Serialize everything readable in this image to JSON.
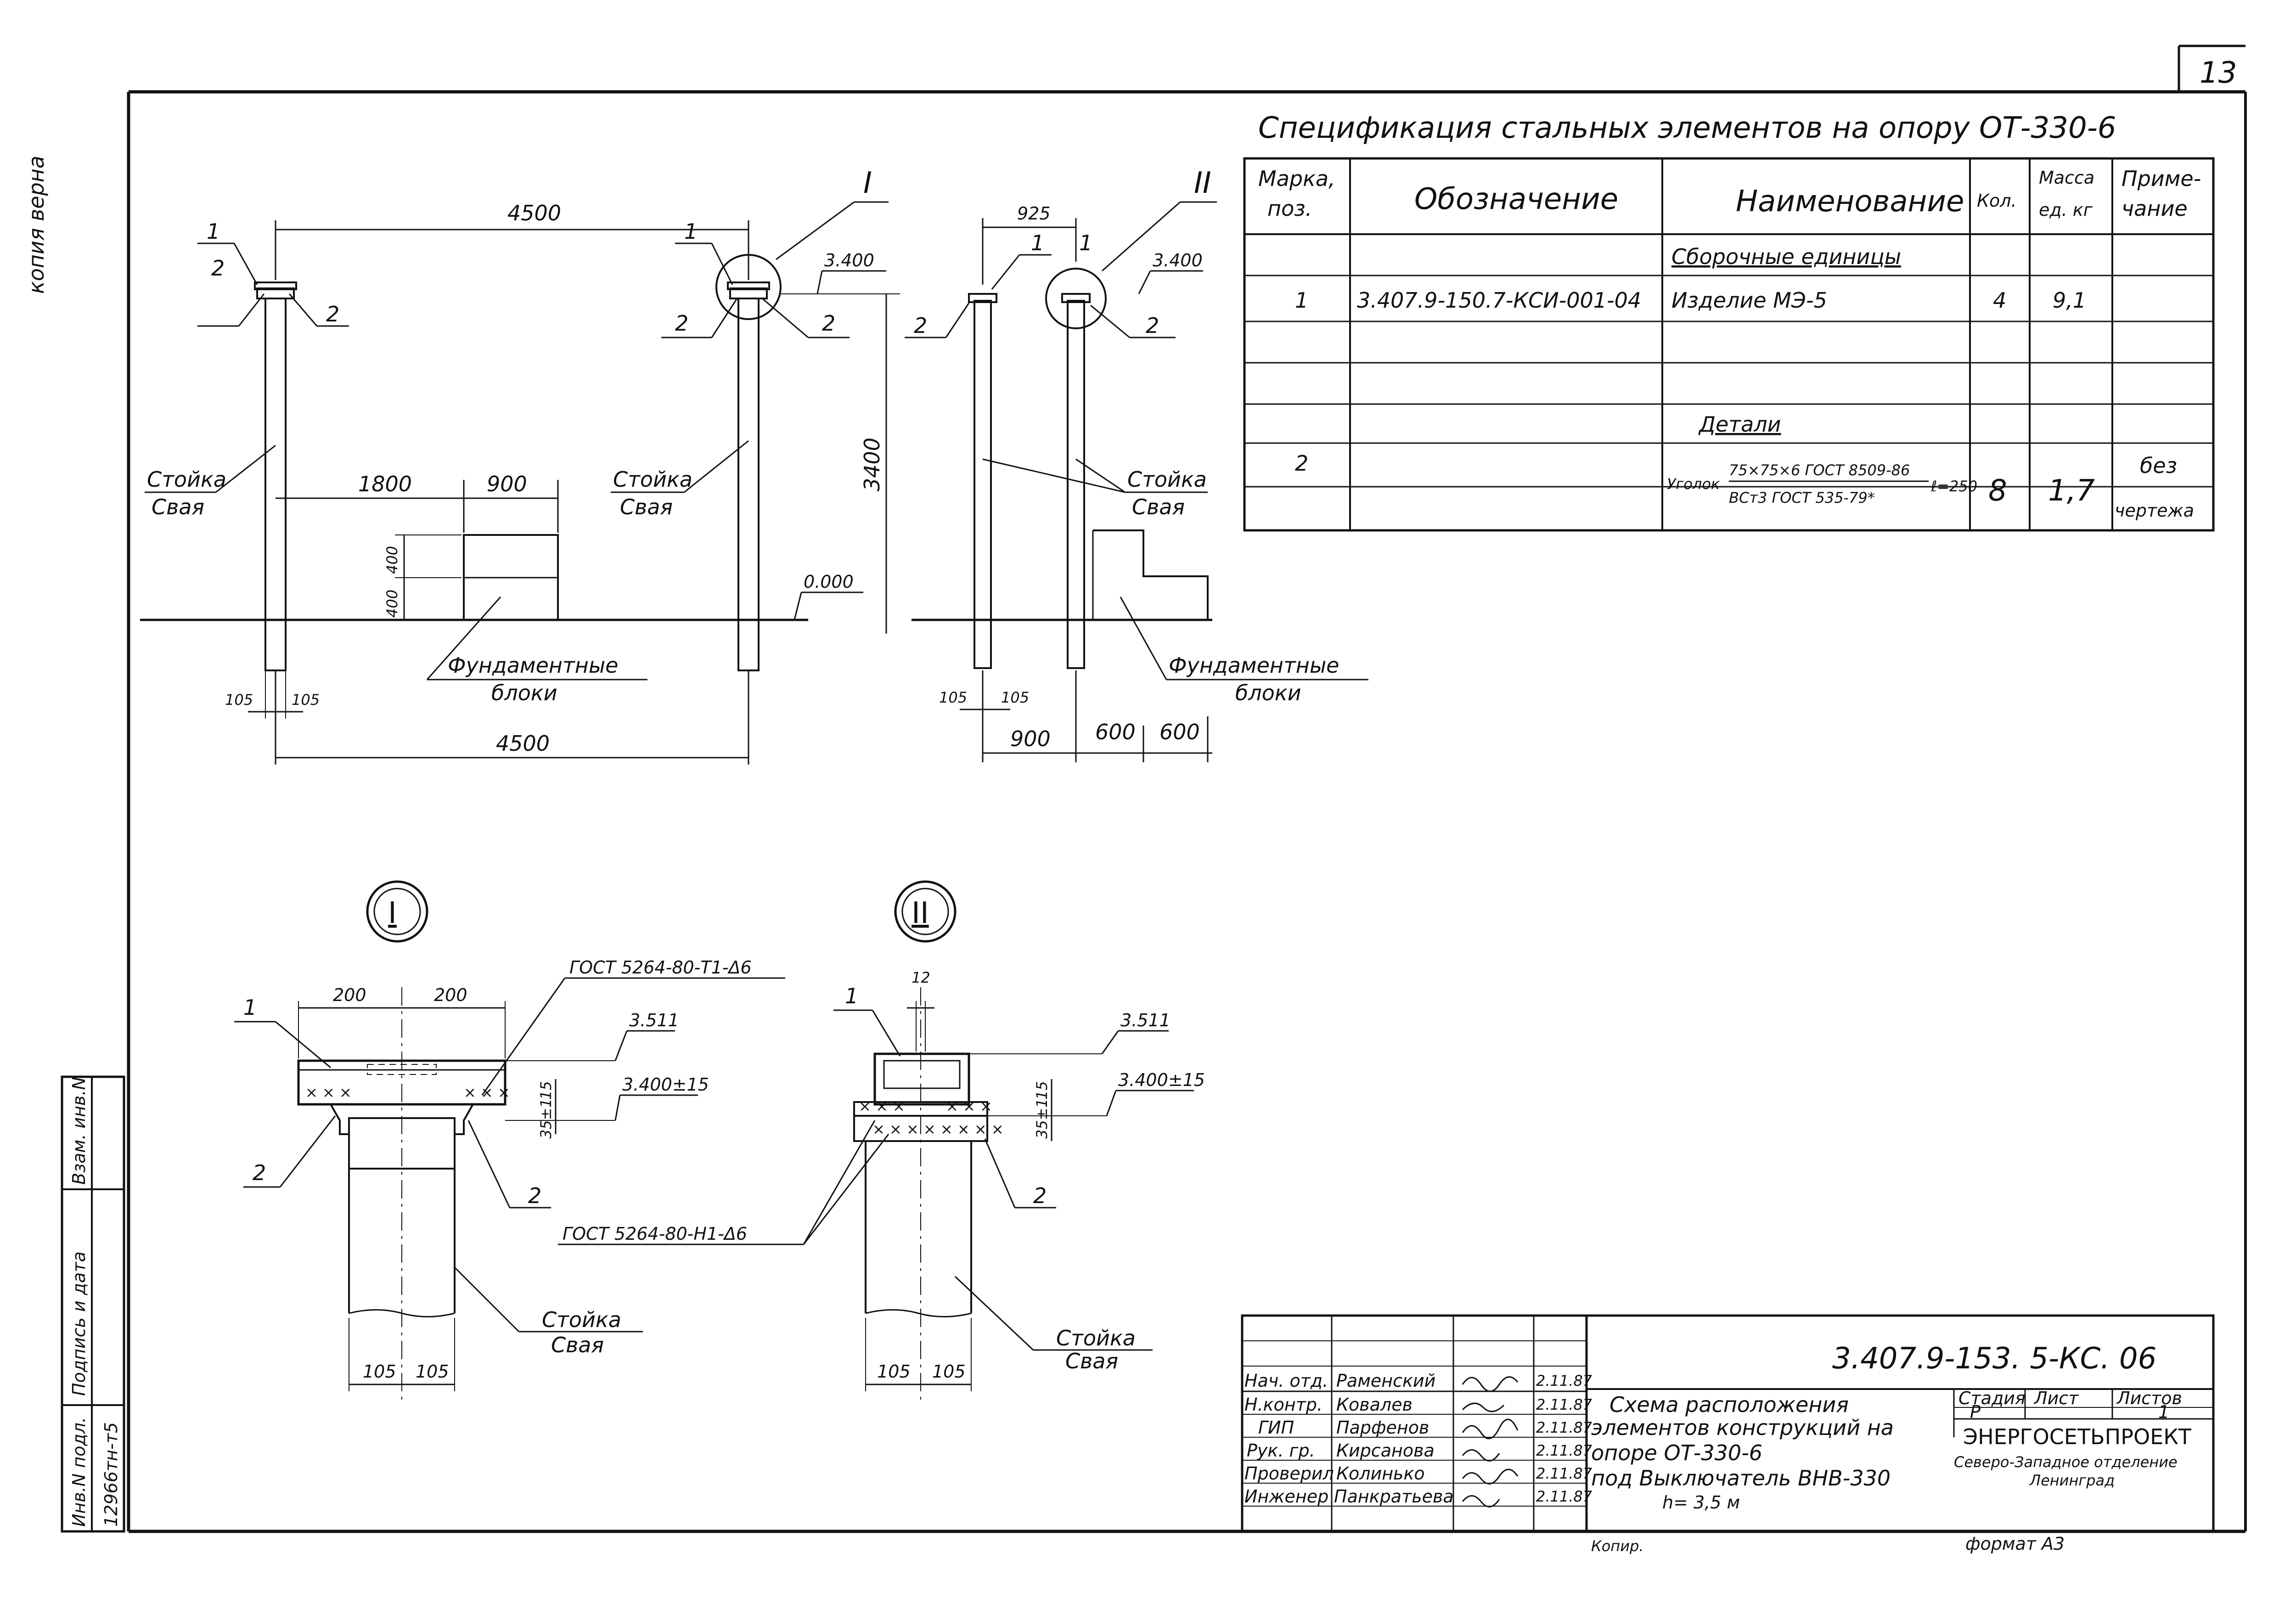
{
  "sheet": {
    "page_number": "13",
    "copy_stamp": "копия верна",
    "drawing_code": "3.407.9-153. 5-КС. 06",
    "copied_by": "Копир.",
    "format": "формат А3"
  },
  "spec_table": {
    "title": "Спецификация стальных элементов на опору ОТ-330-6",
    "headers": {
      "mark": "Марка, поз.",
      "designation": "Обозначение",
      "name": "Наименование",
      "qty": "Кол.",
      "mass": "Масса ед. кг",
      "note": "Приме- чание"
    },
    "section_assembly": "Сборочные единицы",
    "section_details": "Детали",
    "rows": [
      {
        "mark": "1",
        "designation": "3.407.9-150.7-КСИ-001-04",
        "name": "Изделие МЭ-5",
        "qty": "4",
        "mass": "9,1",
        "note": ""
      },
      {
        "mark": "2",
        "designation": "",
        "name_prefix": "Уголок",
        "name_top": "75×75×6 ГОСТ 8509-86",
        "name_bottom": "ВСт3 ГОСТ 535-79*",
        "name_suffix": "ℓ=250",
        "qty": "8",
        "mass": "1,7",
        "note_top": "без",
        "note_bottom": "чертежа"
      }
    ]
  },
  "elevation_1": {
    "dim_top": "4500",
    "dim_bottom": "4500",
    "dim_1800": "1800",
    "dim_900": "900",
    "dim_400a": "400",
    "dim_400b": "400",
    "dim_105a": "105",
    "dim_105b": "105",
    "dim_3400": "3400",
    "level_top": "3.400",
    "level_ground": "0.000",
    "callout": "I",
    "post_label_a": "Стойка",
    "post_label_b": "Свая",
    "post_label_c": "Стойка",
    "post_label_d": "Свая",
    "found_label_a": "Фундаментные",
    "found_label_b": "блоки",
    "pos1": "1",
    "pos2": "2"
  },
  "elevation_2": {
    "dim_925": "925",
    "level_top": "3.400",
    "callout": "II",
    "dim_105a": "105",
    "dim_105b": "105",
    "dim_900": "900",
    "dim_600a": "600",
    "dim_600b": "600",
    "post_label_a": "Стойка",
    "post_label_b": "Свая",
    "found_label_a": "Фундаментные",
    "found_label_b": "блоки",
    "pos1": "1",
    "pos2": "2"
  },
  "detail_1": {
    "mark": "I",
    "dim_200a": "200",
    "dim_200b": "200",
    "weld": "ГОСТ 5264-80-Т1-Δ6",
    "level_a": "3.511",
    "level_b": "3.400±15",
    "dim_15": "15",
    "dim_35": "35±1",
    "dim_105a": "105",
    "dim_105b": "105",
    "post_a": "Стойка",
    "post_b": "Свая",
    "pos1": "1",
    "pos2": "2"
  },
  "detail_2": {
    "mark": "II",
    "dim_12": "12",
    "weld": "ГОСТ 5264-80-Н1-Δ6",
    "level_a": "3.511",
    "level_b": "3.400±15",
    "dim_15": "15",
    "dim_35": "35±1",
    "dim_105a": "105",
    "dim_105b": "105",
    "post_a": "Стойка",
    "post_b": "Свая",
    "pos1": "1",
    "pos2": "2"
  },
  "title_block": {
    "roles": [
      "Нач. отд.",
      "Н.контр.",
      "ГИП",
      "Рук. гр.",
      "Проверил",
      "Инженер"
    ],
    "names": [
      "Раменский",
      "Ковалев",
      "Парфенов",
      "Кирсанова",
      "Колинько",
      "Панкратьева"
    ],
    "dates": [
      "2.11.87",
      "2.11.87",
      "2.11.87",
      "2.11.87",
      "2.11.87",
      "2.11.87"
    ],
    "description": [
      "Схема расположения",
      "элементов конструкций на",
      "опоре ОТ-330-6",
      "под Выключатель ВНВ-330",
      "h= 3,5 м"
    ],
    "stage_label": "Стадия",
    "sheet_label": "Лист",
    "sheets_label": "Листов",
    "stage": "Р",
    "sheets": "1",
    "org": "ЭНЕРГОСЕТЬПРОЕКТ",
    "branch": "Северо-Западное отделение",
    "city": "Ленинград"
  },
  "side_stamp": {
    "inv_podl": "Инв.N подл.",
    "podpis": "Подпись и дата",
    "vzam": "Взам. инв.N",
    "inv_number": "12966тн-т5"
  }
}
